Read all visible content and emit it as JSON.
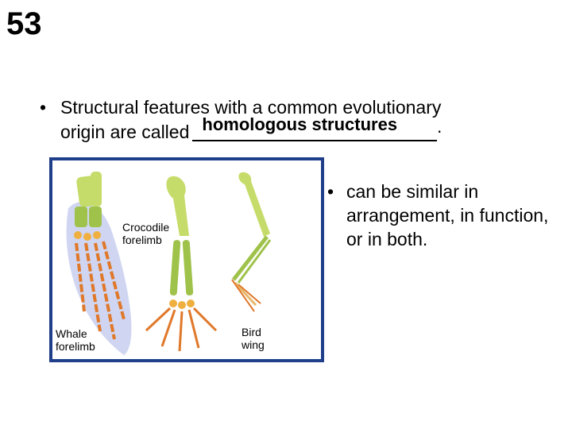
{
  "slide": {
    "number": "53",
    "bullet_main": {
      "line1": "Structural features with a common evolutionary",
      "line2_prefix": "origin are called",
      "answer": "homologous structures",
      "period": "."
    },
    "bullet_side": "can be similar in arrangement, in function, or in both.",
    "figure": {
      "labels": {
        "crocodile": "Crocodile forelimb",
        "whale": "Whale forelimb",
        "bird": "Bird wing"
      }
    }
  },
  "colors": {
    "frame": "#1f3f8a",
    "humerus": "#c6dc6a",
    "ulna_radius": "#9fc24a",
    "carpals": "#f0b040",
    "digits": "#e0782a",
    "whale_skin": "#c8cfee"
  }
}
